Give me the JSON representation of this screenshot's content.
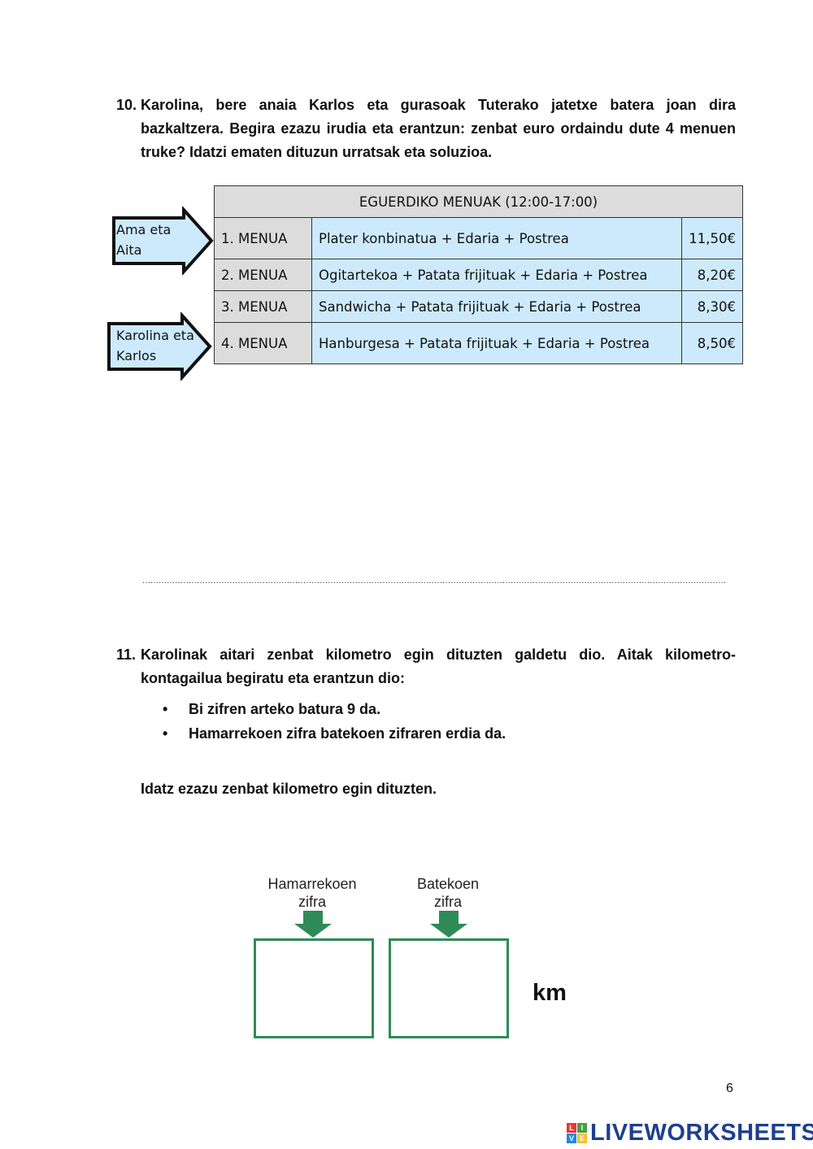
{
  "q10": {
    "number": "10.",
    "text": "Karolina, bere anaia Karlos eta gurasoak Tuterako jatetxe batera joan dira bazkaltzera.  Begira ezazu irudia eta erantzun: zenbat euro ordaindu dute 4 menuen truke? Idatzi ematen dituzun urratsak eta soluzioa."
  },
  "menu": {
    "header": "EGUERDIKO MENUAK (12:00-17:00)",
    "rows": [
      {
        "name": "1. MENUA",
        "desc": "Plater konbinatua + Edaria + Postrea",
        "price": "11,50€"
      },
      {
        "name": "2. MENUA",
        "desc": "Ogitartekoa + Patata frijituak + Edaria + Postrea",
        "price": "8,20€"
      },
      {
        "name": "3. MENUA",
        "desc": "Sandwicha + Patata frijituak + Edaria + Postrea",
        "price": "8,30€"
      },
      {
        "name": "4. MENUA",
        "desc": "Hanburgesa + Patata frijituak + Edaria + Postrea",
        "price": "8,50€"
      }
    ]
  },
  "arrows": {
    "parents": {
      "line1": "Ama eta",
      "line2": "Aita"
    },
    "kids": {
      "line1": "Karolina eta",
      "line2": "Karlos"
    }
  },
  "answer_line": "........................................................................................................................................................................................................................................",
  "q11": {
    "number": "11.",
    "text": "Karolinak aitari zenbat kilometro egin dituzten galdetu dio.  Aitak kilometro-kontagailua begiratu eta erantzun dio:",
    "bullets": [
      "Bi zifren arteko batura 9 da.",
      "Hamarrekoen zifra batekoen zifraren erdia da."
    ],
    "prompt": "Idatz ezazu zenbat kilometro egin dituzten."
  },
  "digits": {
    "tens_label": {
      "line1": "Hamarrekoen",
      "line2": "zifra"
    },
    "ones_label": {
      "line1": "Batekoen",
      "line2": "zifra"
    },
    "unit": "km",
    "tens_value": "",
    "ones_value": ""
  },
  "page_number": "6",
  "brand": {
    "text": "LIVEWORKSHEETS",
    "logo_letters": [
      "L",
      "I",
      "V",
      "E"
    ]
  },
  "colors": {
    "menu_blue": "#cdeafc",
    "menu_gray": "#dcdcdc",
    "box_green": "#2e8b57",
    "brand_blue": "#1d3f8f"
  }
}
